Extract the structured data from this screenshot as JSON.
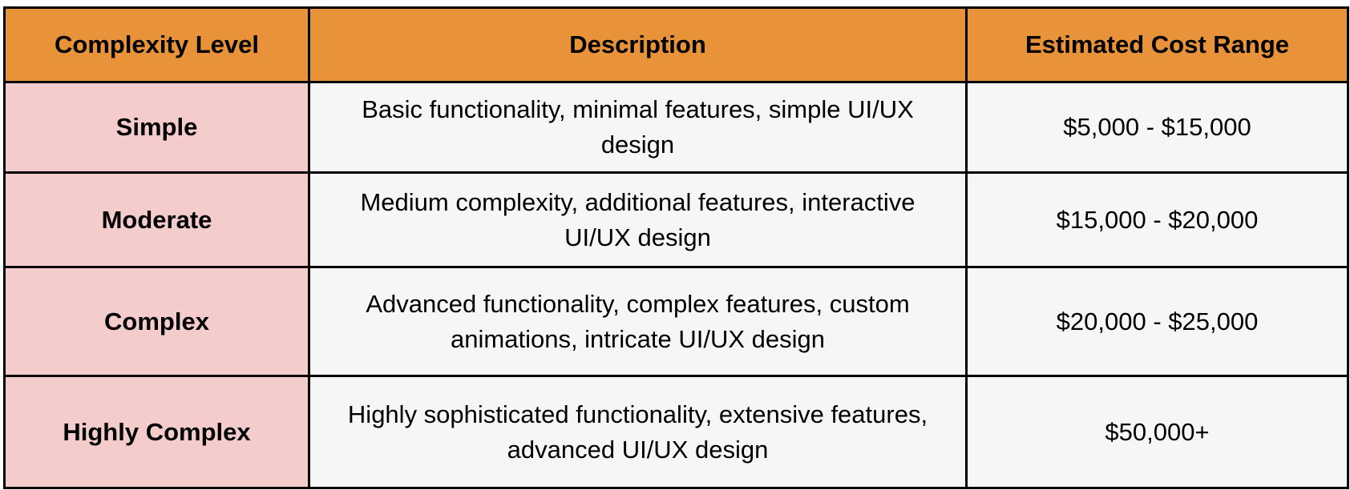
{
  "table": {
    "headers": [
      "Complexity Level",
      "Description",
      "Estimated Cost Range"
    ],
    "rows": [
      {
        "level": "Simple",
        "description": "Basic functionality, minimal features, simple UI/UX design",
        "cost": "$5,000 - $15,000"
      },
      {
        "level": "Moderate",
        "description": "Medium complexity, additional features, interactive UI/UX design",
        "cost": "$15,000 - $20,000"
      },
      {
        "level": "Complex",
        "description": "Advanced functionality, complex features, custom animations, intricate UI/UX design",
        "cost": "$20,000 - $25,000"
      },
      {
        "level": "Highly Complex",
        "description": "Highly sophisticated functionality, extensive features, advanced UI/UX design",
        "cost": "$50,000+"
      }
    ]
  },
  "colors": {
    "header_bg": "#e8923a",
    "level_bg": "#f4cccc",
    "cell_bg": "#f6f6f6",
    "border": "#000000"
  }
}
